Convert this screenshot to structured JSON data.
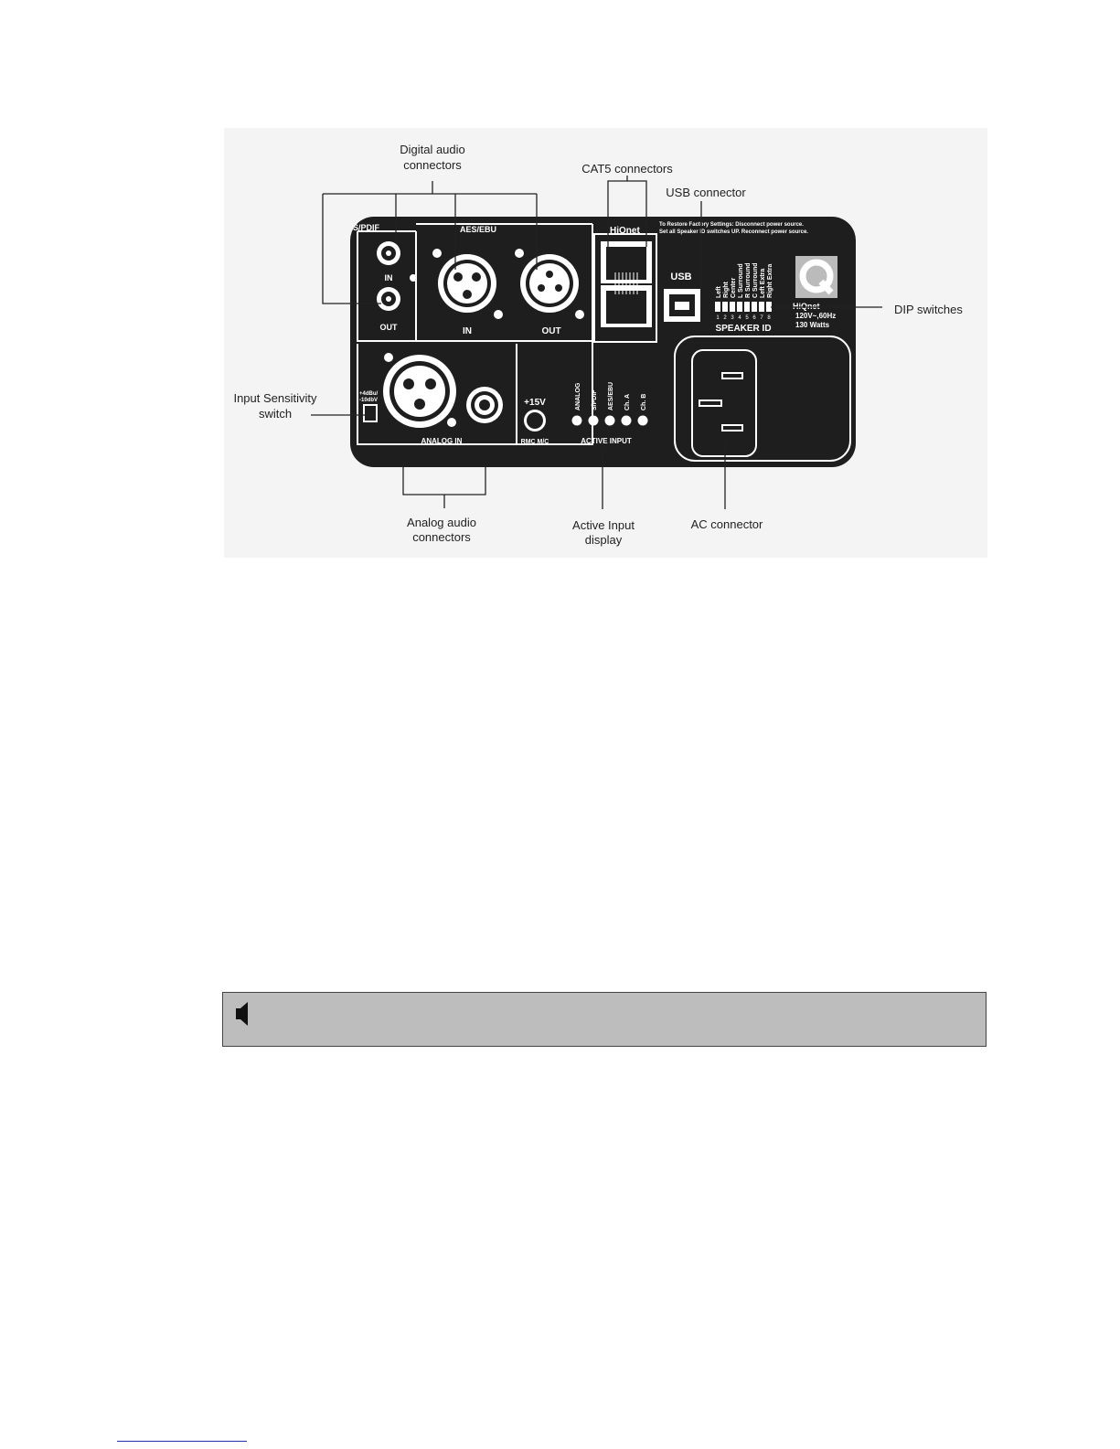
{
  "callouts": {
    "digital_audio": [
      "Digital audio",
      "connectors"
    ],
    "cat5": "CAT5 connectors",
    "usb": "USB connector",
    "dip": "DIP switches",
    "input_sensitivity": [
      "Input Sensitivity",
      "switch"
    ],
    "analog_audio": [
      "Analog audio",
      "connectors"
    ],
    "active_input_display": [
      "Active Input",
      "display"
    ],
    "ac": "AC connector"
  },
  "panel": {
    "spdif": "S/PDIF",
    "aes_ebu": "AES/EBU",
    "in": "IN",
    "out": "OUT",
    "hiqnet": "HiQnet",
    "restore_line1": "To Restore Factory Settings: Disconnect power source.",
    "restore_line2": "Set all Speaker ID switches UP. Reconnect power source.",
    "usb": "USB",
    "speaker_labels": [
      "Left",
      "Right",
      "Center",
      "L Surround",
      "R Surround",
      "C Surround",
      "Left Extra",
      "Right Extra"
    ],
    "dip_numbers": [
      "1",
      "2",
      "3",
      "4",
      "5",
      "6",
      "7",
      "8"
    ],
    "speaker_id": "SPEAKER ID",
    "voltage": "120V~,60Hz",
    "watts": "130 Watts",
    "sens_line1": "+4dBu/",
    "sens_line2": "-10dbV",
    "analog_in": "ANALOG IN",
    "v15": "+15V",
    "rmc_mic": "RMC M/C",
    "active_labels": [
      "ANALOG",
      "S/PDIF",
      "AES/EBU",
      "Ch. A",
      "Ch. B"
    ],
    "active_input": "ACTIVE INPUT"
  },
  "colors": {
    "panel": "#1e1e1e",
    "note_bg": "#bdbdbd"
  }
}
